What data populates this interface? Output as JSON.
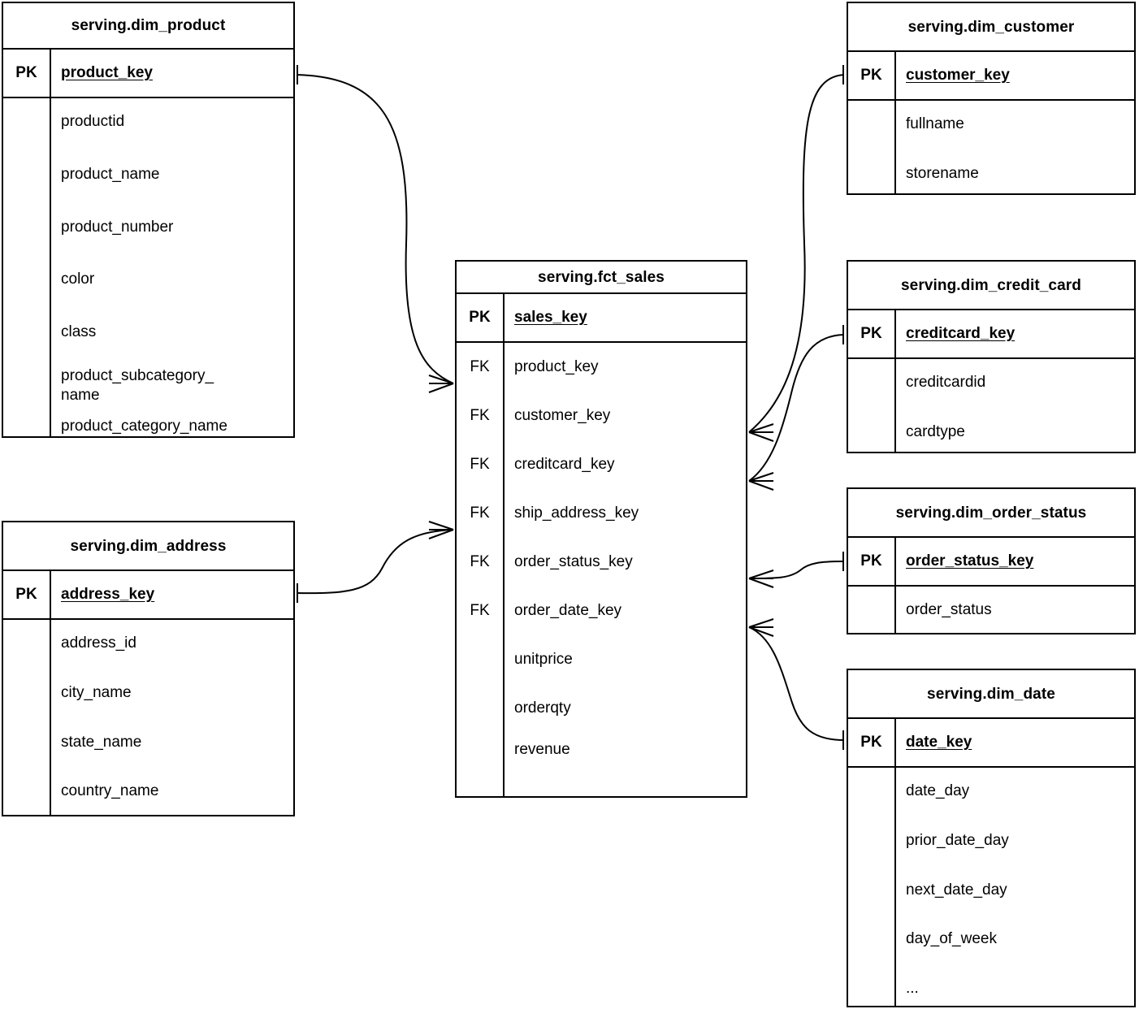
{
  "diagram": {
    "type": "entity-relationship-diagram",
    "notation": "crow's-foot",
    "background_color": "#ffffff",
    "line_color": "#000000",
    "text_color": "#000000"
  },
  "entities": [
    {
      "id": "dim_product",
      "title": "serving.dim_product",
      "key_marker": "PK",
      "key_field": "product_key",
      "attributes": [
        "productid",
        "product_name",
        "product_number",
        "color",
        "class",
        "product_subcategory_\nname",
        "product_category_name"
      ]
    },
    {
      "id": "dim_address",
      "title": "serving.dim_address",
      "key_marker": "PK",
      "key_field": "address_key",
      "attributes": [
        "address_id",
        "city_name",
        "state_name",
        "country_name"
      ]
    },
    {
      "id": "fct_sales",
      "title": "serving.fct_sales",
      "key_marker": "PK",
      "key_field": "sales_key",
      "foreign_keys": [
        {
          "marker": "FK",
          "field": "product_key"
        },
        {
          "marker": "FK",
          "field": "customer_key"
        },
        {
          "marker": "FK",
          "field": "creditcard_key"
        },
        {
          "marker": "FK",
          "field": "ship_address_key"
        },
        {
          "marker": "FK",
          "field": "order_status_key"
        },
        {
          "marker": "FK",
          "field": "order_date_key"
        }
      ],
      "attributes": [
        "unitprice",
        "orderqty",
        "revenue"
      ]
    },
    {
      "id": "dim_customer",
      "title": "serving.dim_customer",
      "key_marker": "PK",
      "key_field": "customer_key",
      "attributes": [
        "fullname",
        "storename"
      ]
    },
    {
      "id": "dim_credit_card",
      "title": "serving.dim_credit_card",
      "key_marker": "PK",
      "key_field": "creditcard_key",
      "attributes": [
        "creditcardid",
        "cardtype"
      ]
    },
    {
      "id": "dim_order_status",
      "title": "serving.dim_order_status",
      "key_marker": "PK",
      "key_field": "order_status_key",
      "attributes": [
        "order_status"
      ]
    },
    {
      "id": "dim_date",
      "title": "serving.dim_date",
      "key_marker": "PK",
      "key_field": "date_key",
      "attributes": [
        "date_day",
        "prior_date_day",
        "next_date_day",
        "day_of_week",
        "..."
      ]
    }
  ],
  "relationships": [
    {
      "from": "dim_product",
      "from_field": "product_key",
      "to": "fct_sales",
      "to_field": "product_key",
      "from_cardinality": "one",
      "to_cardinality": "many"
    },
    {
      "from": "dim_customer",
      "from_field": "customer_key",
      "to": "fct_sales",
      "to_field": "customer_key",
      "from_cardinality": "one",
      "to_cardinality": "many"
    },
    {
      "from": "dim_credit_card",
      "from_field": "creditcard_key",
      "to": "fct_sales",
      "to_field": "creditcard_key",
      "from_cardinality": "one",
      "to_cardinality": "many"
    },
    {
      "from": "dim_address",
      "from_field": "address_key",
      "to": "fct_sales",
      "to_field": "ship_address_key",
      "from_cardinality": "one",
      "to_cardinality": "many"
    },
    {
      "from": "dim_order_status",
      "from_field": "order_status_key",
      "to": "fct_sales",
      "to_field": "order_status_key",
      "from_cardinality": "one",
      "to_cardinality": "many"
    },
    {
      "from": "dim_date",
      "from_field": "date_key",
      "to": "fct_sales",
      "to_field": "order_date_key",
      "from_cardinality": "one",
      "to_cardinality": "many"
    }
  ]
}
